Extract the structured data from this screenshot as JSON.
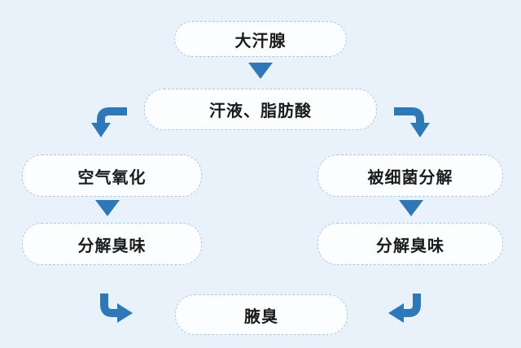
{
  "flowchart": {
    "nodes": {
      "top": {
        "label": "大汗腺"
      },
      "sweat": {
        "label": "汗液、脂肪酸"
      },
      "left1": {
        "label": "空气氧化"
      },
      "right1": {
        "label": "被细菌分解"
      },
      "left2": {
        "label": "分解臭味"
      },
      "right2": {
        "label": "分解臭味"
      },
      "bottom": {
        "label": "腋臭"
      }
    },
    "edges": [
      {
        "from": "top",
        "to": "sweat",
        "icon": "arrow-down-icon"
      },
      {
        "from": "sweat",
        "to": "left1",
        "icon": "arrow-elbow-down-left-icon"
      },
      {
        "from": "sweat",
        "to": "right1",
        "icon": "arrow-elbow-down-right-icon"
      },
      {
        "from": "left1",
        "to": "left2",
        "icon": "arrow-down-icon"
      },
      {
        "from": "right1",
        "to": "right2",
        "icon": "arrow-down-icon"
      },
      {
        "from": "left2",
        "to": "bottom",
        "icon": "arrow-elbow-right-icon"
      },
      {
        "from": "right2",
        "to": "bottom",
        "icon": "arrow-elbow-left-icon"
      }
    ],
    "colors": {
      "background": "#e9f2fb",
      "node_fill": "#fbfdff",
      "node_border": "#a5cae8",
      "arrow": "#2e78b8",
      "text": "#1b1b1b"
    }
  }
}
